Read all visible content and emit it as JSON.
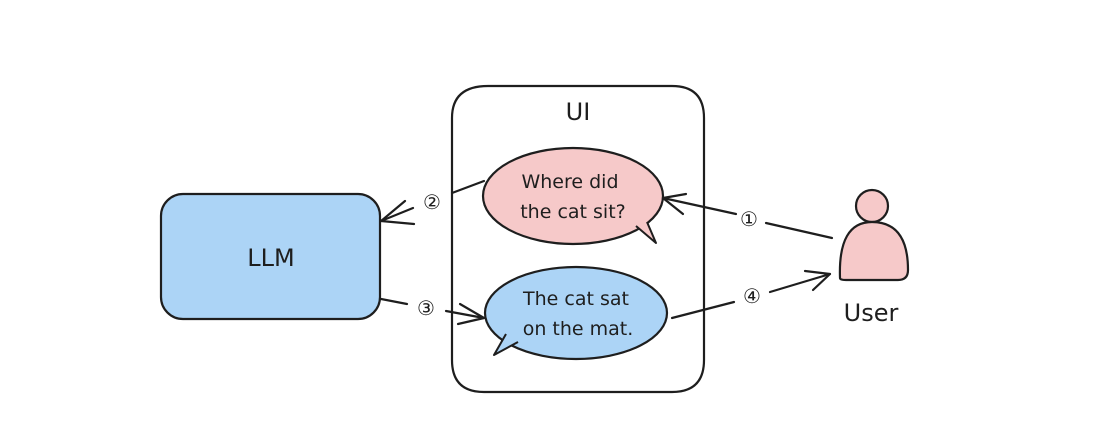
{
  "nodes": {
    "ui": {
      "label": "UI"
    },
    "llm": {
      "label": "LLM"
    },
    "user": {
      "label": "User"
    },
    "question_bubble": {
      "line1": "Where did",
      "line2": "the cat sit?"
    },
    "answer_bubble": {
      "line1": "The cat sat",
      "line2": "on the mat."
    }
  },
  "steps": {
    "step1": "①",
    "step2": "②",
    "step3": "③",
    "step4": "④"
  },
  "colors": {
    "pink": "#f6c9c9",
    "blue": "#acd4f6",
    "stroke": "#1e1e1e"
  }
}
